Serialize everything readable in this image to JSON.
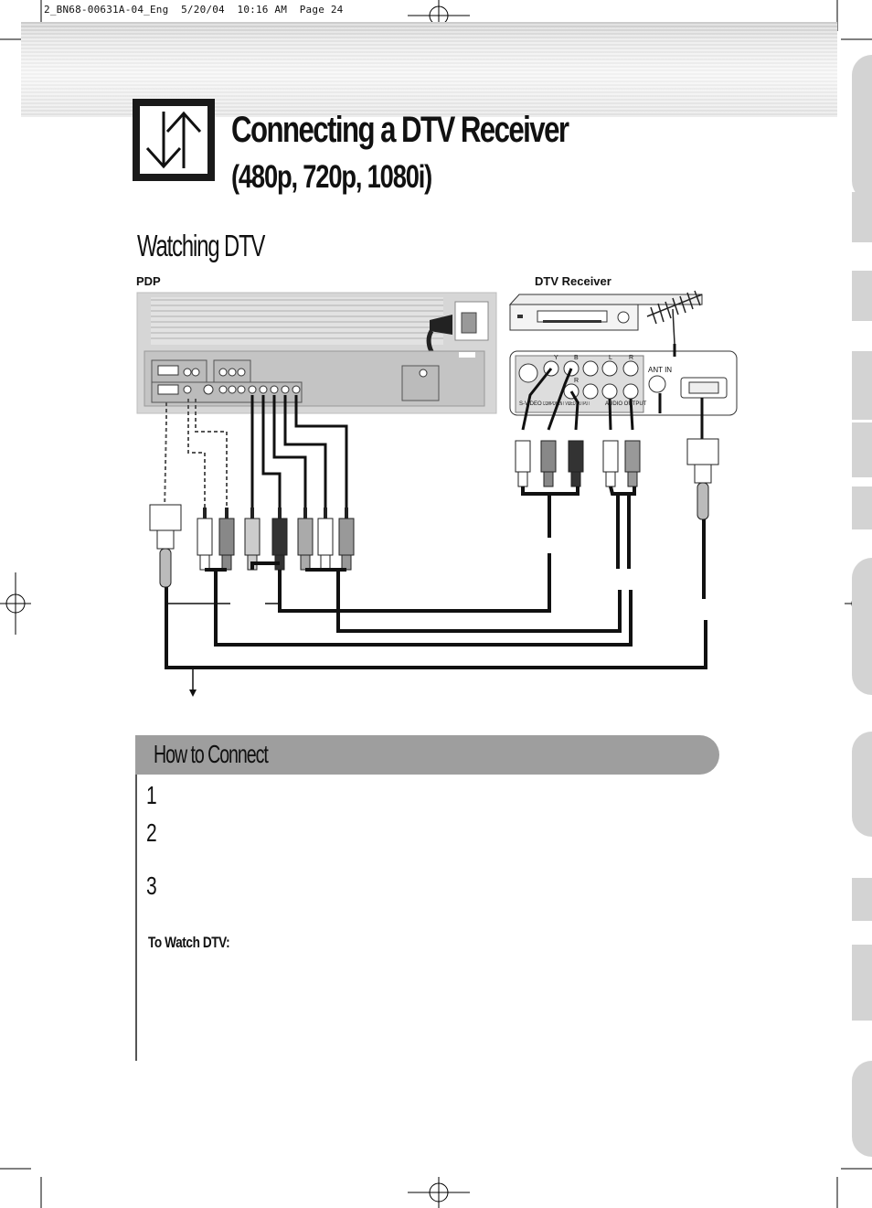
{
  "print_header": "2_BN68-00631A-04_Eng  5/20/04  10:16 AM  Page 24",
  "title": "Connecting a DTV Receiver",
  "subtitle": "(480p, 720p, 1080i)",
  "section_title": "Watching DTV",
  "diagram": {
    "pdp_label": "PDP",
    "dtv_receiver_label": "DTV Receiver",
    "ant_in_label": "ANT IN",
    "jack_labels": [
      "S-VIDEO",
      "COMPONENT VIDEO OUTPUT",
      "AUDIO OUTPUT"
    ],
    "jack_letters": [
      "Y",
      "B",
      "R",
      "L",
      "R"
    ]
  },
  "how_to_connect": {
    "heading": "How to Connect",
    "steps": [
      "1",
      "2",
      "3"
    ],
    "watch_heading": "To Watch DTV:"
  }
}
